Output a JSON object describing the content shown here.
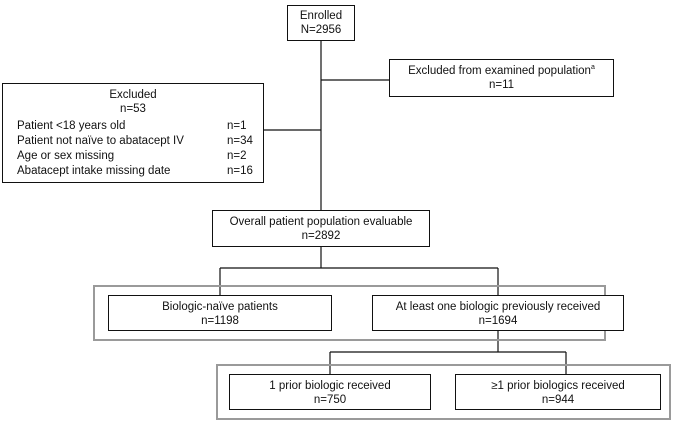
{
  "enrolled": {
    "title": "Enrolled",
    "count": "N=2956"
  },
  "excluded_exam": {
    "title": "Excluded from examined population",
    "sup": "a",
    "count": "n=11"
  },
  "excluded": {
    "title": "Excluded",
    "count": "n=53",
    "rows": [
      {
        "label": "Patient <18 years old",
        "value": "n=1"
      },
      {
        "label": "Patient not naïve to abatacept IV",
        "value": "n=34"
      },
      {
        "label": "Age or sex missing",
        "value": "n=2"
      },
      {
        "label": "Abatacept intake missing date",
        "value": "n=16"
      }
    ]
  },
  "overall": {
    "title": "Overall patient population evaluable",
    "count": "n=2892"
  },
  "naive": {
    "title": "Biologic-naïve patients",
    "count": "n=1198"
  },
  "previous": {
    "title": "At least one biologic previously received",
    "count": "n=1694"
  },
  "prior1": {
    "title": "1 prior biologic received",
    "count": "n=750"
  },
  "prior_gt1": {
    "title": "≥1 prior biologics received",
    "count": "n=944"
  },
  "colors": {
    "line": "#111111",
    "group_border": "#9a9a9a"
  }
}
